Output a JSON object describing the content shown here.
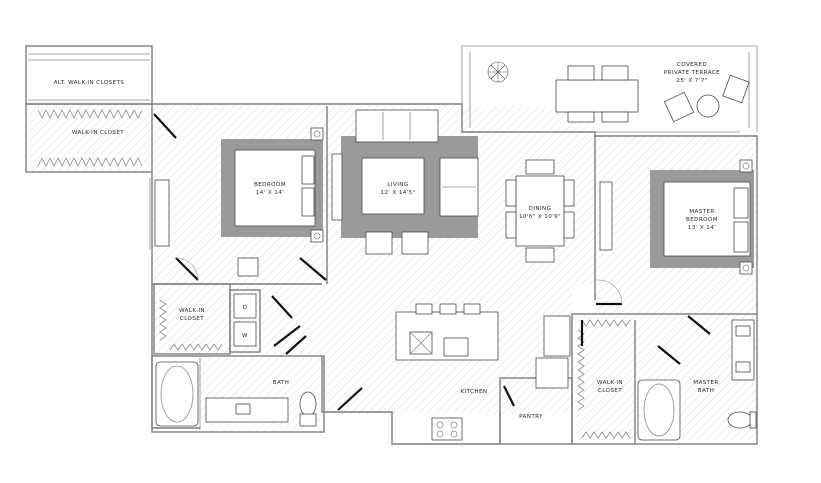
{
  "rooms": {
    "alt_closets": "ALT. WALK-IN CLOSETS",
    "walkin_top": "WALK-IN CLOSET",
    "bedroom_name": "BEDROOM",
    "bedroom_size": "14' X 14'",
    "living_name": "LIVING",
    "living_size": "12' X 14'5\"",
    "dining_name": "DINING",
    "dining_size": "10'6\" X 10'9\"",
    "terrace_line1": "COVERED",
    "terrace_line2": "PRIVATE TERRACE",
    "terrace_size": "25' X 7'7\"",
    "master_line1": "MASTER",
    "master_line2": "BEDROOM",
    "master_size": "13' X 14'",
    "walkin_left_line1": "WALK-IN",
    "walkin_left_line2": "CLOSET",
    "dryer": "D",
    "washer": "W",
    "bath": "BATH",
    "kitchen": "KITCHEN",
    "pantry": "PANTRY",
    "walkin_master_line1": "WALK-IN",
    "walkin_master_line2": "CLOSET",
    "master_bath_line1": "MASTER",
    "master_bath_line2": "BATH"
  },
  "colors": {
    "wall": "#7d7d7d",
    "hatch": "#c8c8c8",
    "rug": "#9a9a9a",
    "door": "#111111"
  }
}
